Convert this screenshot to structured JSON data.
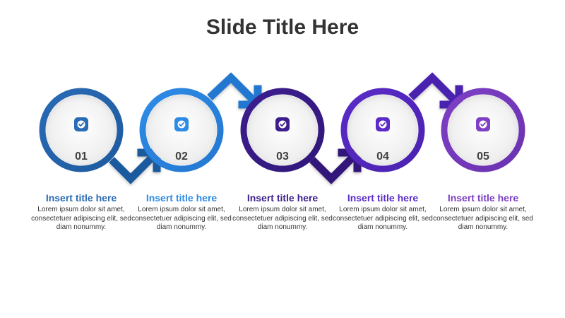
{
  "slide": {
    "title": "Slide Title Here"
  },
  "steps": [
    {
      "number": "01",
      "title": "Insert title here",
      "description": "Lorem ipsum dolor sit amet, consectetuer adipiscing elit, sed diam nonummy.",
      "color": "#2A6BB5",
      "color2": "#1E5A9E",
      "icon": "check-badge-icon"
    },
    {
      "number": "02",
      "title": "Insert title here",
      "description": "Lorem ipsum dolor sit amet, consectetuer adipiscing elit, sed diam nonummy.",
      "color": "#2E8BE6",
      "color2": "#2478D0",
      "icon": "check-badge-icon"
    },
    {
      "number": "03",
      "title": "Insert title here",
      "description": "Lorem ipsum dolor sit amet, consectetuer adipiscing elit, sed diam nonummy.",
      "color": "#3D1E8E",
      "color2": "#30177A",
      "icon": "check-badge-icon"
    },
    {
      "number": "04",
      "title": "Insert title here",
      "description": "Lorem ipsum dolor sit amet, consectetuer adipiscing elit, sed diam nonummy.",
      "color": "#5A2BC8",
      "color2": "#4A22B0",
      "icon": "check-badge-icon"
    },
    {
      "number": "05",
      "title": "Insert title here",
      "description": "Lorem ipsum dolor sit amet, consectetuer adipiscing elit, sed diam nonummy.",
      "color": "#7E3FC4",
      "color2": "#6A32B0",
      "icon": "check-badge-icon"
    }
  ]
}
